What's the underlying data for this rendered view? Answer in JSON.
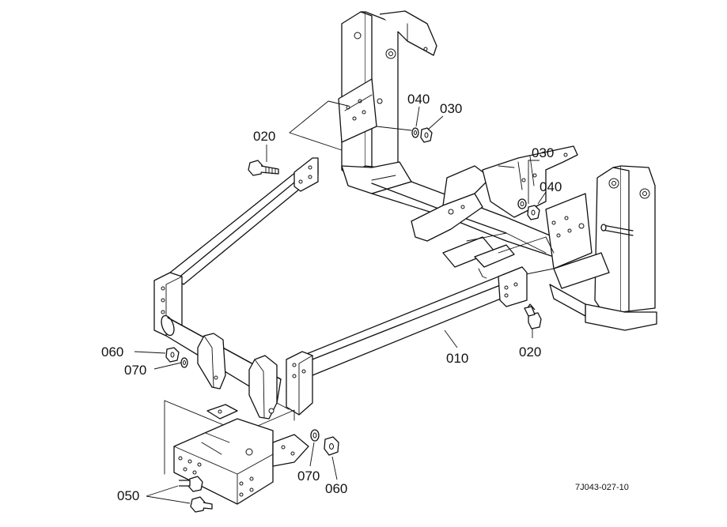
{
  "callouts": {
    "c040_top": "040",
    "c030_top": "030",
    "c020_top": "020",
    "c030_right": "030",
    "c040_right": "040",
    "c010": "010",
    "c020_right": "020",
    "c060_left": "060",
    "c070_left": "070",
    "c070_bottom": "070",
    "c060_bottom": "060",
    "c050": "050"
  },
  "drawing_code": "7J043-027-10"
}
